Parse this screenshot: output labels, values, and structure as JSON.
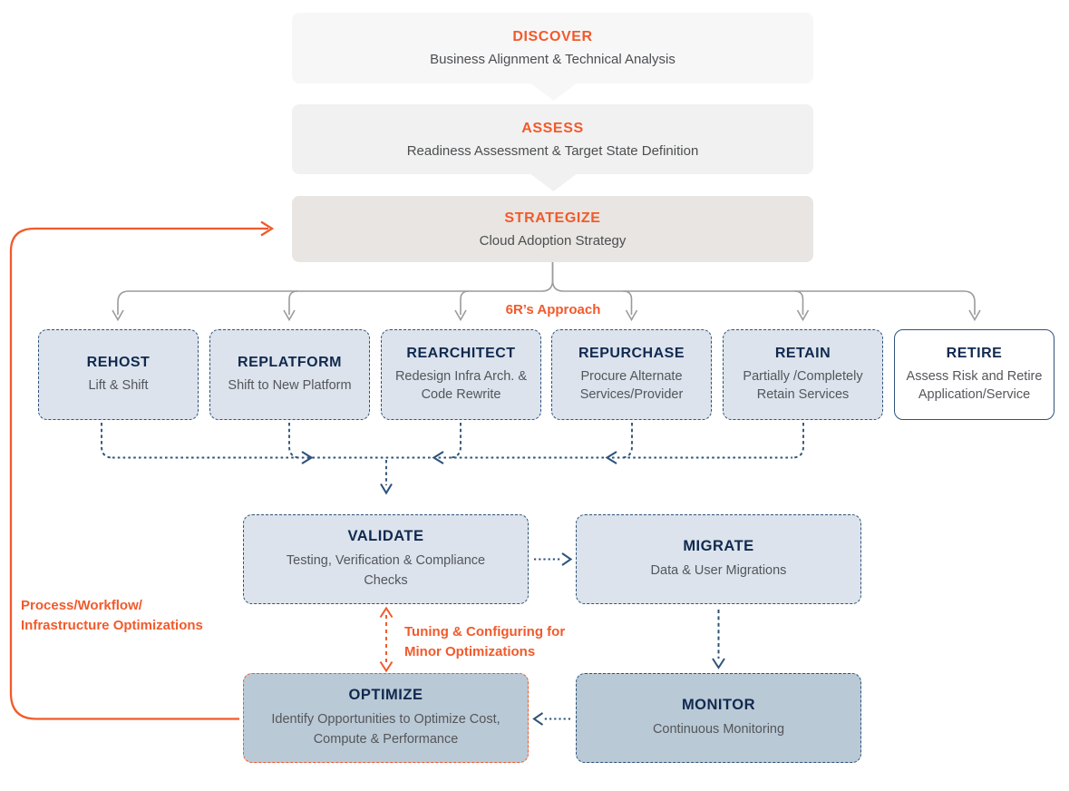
{
  "colors": {
    "accent_orange": "#F15A2B",
    "heading_navy": "#10294F",
    "connector_navy": "#2F5379",
    "connector_gray": "#9B9B9B",
    "body_gray": "#54565A",
    "light_blue_box": "#DCE3EC",
    "dark_blue_box": "#BAC9D6",
    "discover_bg": "#F7F7F8",
    "assess_bg": "#F1F1F1",
    "strategize_bg": "#E8E5E2"
  },
  "funnel": [
    {
      "title": "DISCOVER",
      "subtitle": "Business Alignment & Technical Analysis"
    },
    {
      "title": "ASSESS",
      "subtitle": "Readiness Assessment & Target State Definition"
    },
    {
      "title": "STRATEGIZE",
      "subtitle": "Cloud Adoption Strategy"
    }
  ],
  "six_r": {
    "label": "6R’s Approach",
    "boxes": [
      {
        "title": "REHOST",
        "subtitle": "Lift & Shift"
      },
      {
        "title": "REPLATFORM",
        "subtitle": "Shift to New Platform"
      },
      {
        "title": "REARCHITECT",
        "subtitle": "Redesign Infra Arch. & Code Rewrite"
      },
      {
        "title": "REPURCHASE",
        "subtitle": "Procure Alternate Services/Provider"
      },
      {
        "title": "RETAIN",
        "subtitle": "Partially /Completely Retain Services"
      },
      {
        "title": "RETIRE",
        "subtitle": "Assess Risk and Retire Application/Service"
      }
    ]
  },
  "flow": {
    "validate": {
      "title": "VALIDATE",
      "subtitle": "Testing, Verification & Compliance Checks"
    },
    "migrate": {
      "title": "MIGRATE",
      "subtitle": "Data & User Migrations"
    },
    "monitor": {
      "title": "MONITOR",
      "subtitle": "Continuous Monitoring"
    },
    "optimize": {
      "title": "OPTIMIZE",
      "subtitle": "Identify Opportunities to Optimize Cost, Compute & Performance"
    }
  },
  "annotations": {
    "feedback_line1": "Process/Workflow/",
    "feedback_line2": "Infrastructure Optimizations",
    "tuning_line1": "Tuning & Configuring for",
    "tuning_line2": "Minor Optimizations"
  }
}
